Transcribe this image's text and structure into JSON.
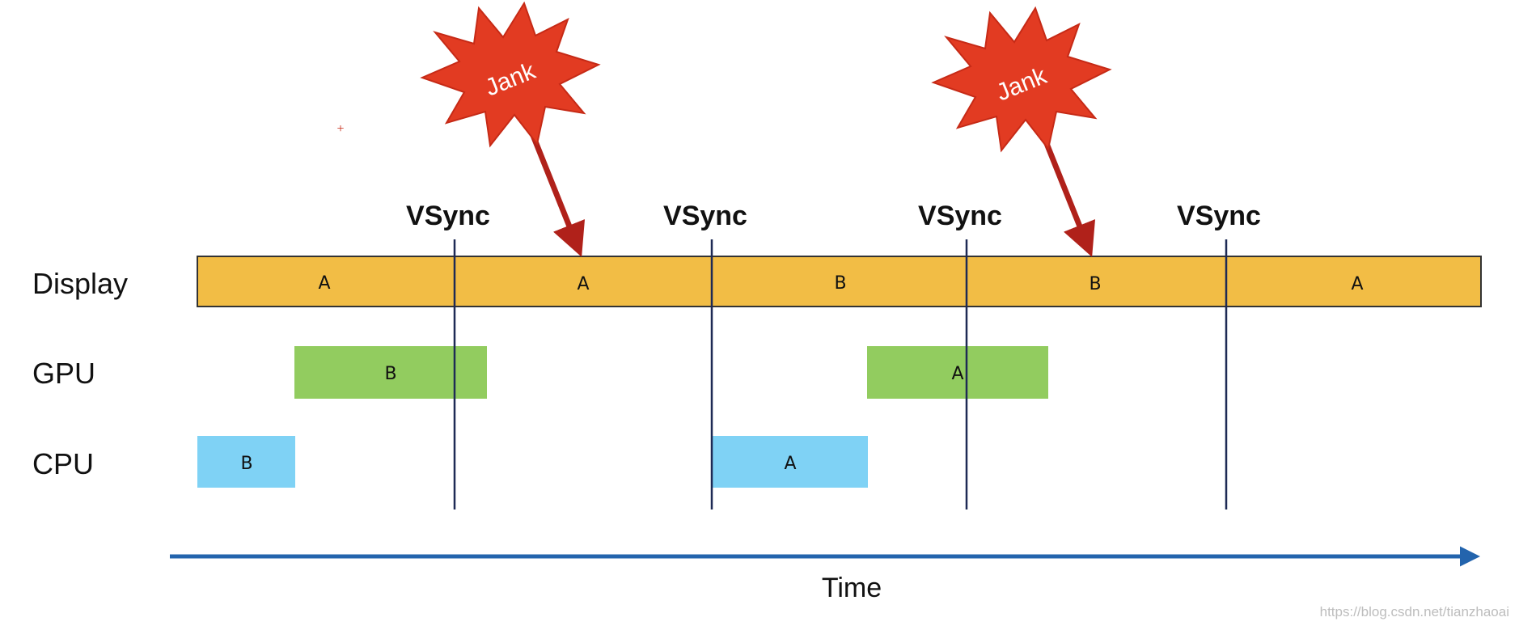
{
  "rows": {
    "display": "Display",
    "gpu": "GPU",
    "cpu": "CPU"
  },
  "vsync_label": "VSync",
  "vsync_count": 4,
  "display_frames": [
    "A",
    "A",
    "B",
    "B",
    "A"
  ],
  "gpu_blocks": [
    "B",
    "A"
  ],
  "cpu_blocks": [
    "B",
    "A"
  ],
  "jank": {
    "label": "Jank",
    "count": 2
  },
  "axis_label": "Time",
  "watermark": "https://blog.csdn.net/tianzhaoai",
  "colors": {
    "display": "#f2bd45",
    "gpu": "#92cc5f",
    "cpu": "#7fd2f5",
    "vsync_line": "#1e2a55",
    "jank_fill": "#e23b22",
    "jank_arrow": "#b0211a",
    "time_axis": "#2364ad",
    "text": "#111111",
    "watermark": "#bdbdbd"
  }
}
